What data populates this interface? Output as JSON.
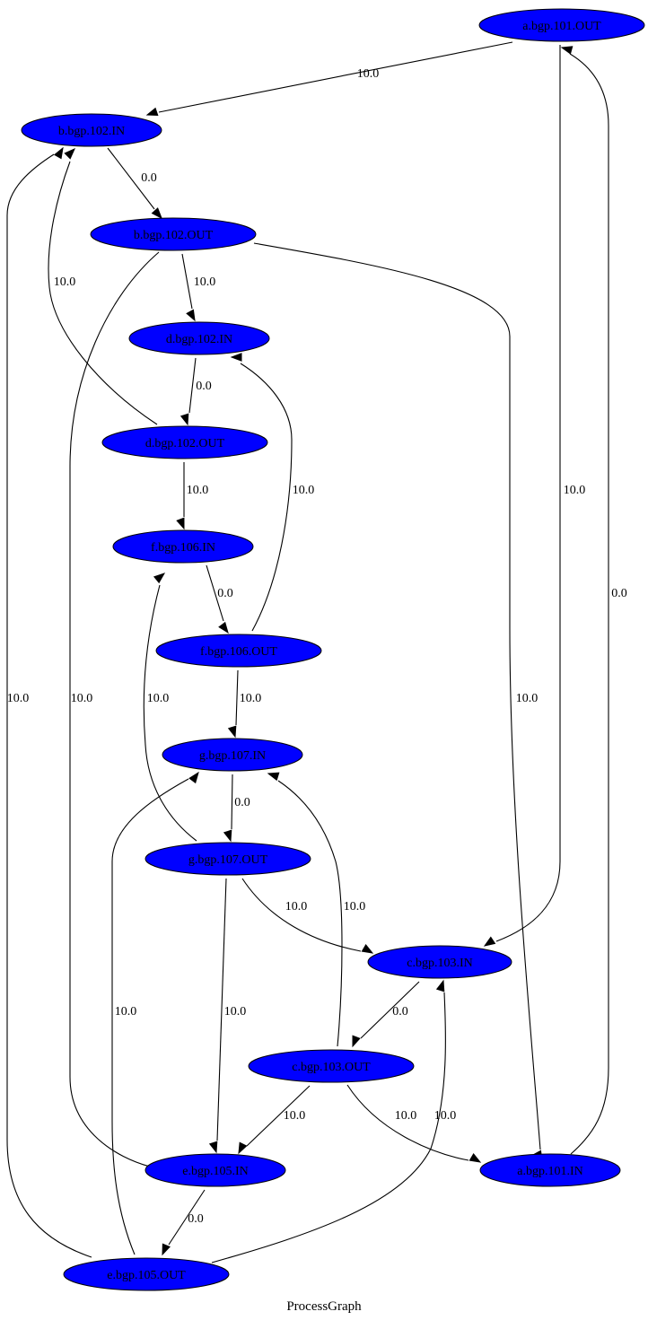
{
  "graph": {
    "title": "ProcessGraph",
    "node_fill": "#0000ff",
    "node_stroke": "#000000",
    "edge_color": "#000000",
    "nodes": [
      {
        "id": "a_out",
        "label": "a.bgp.101.OUT"
      },
      {
        "id": "b_in",
        "label": "b.bgp.102.IN"
      },
      {
        "id": "b_out",
        "label": "b.bgp.102.OUT"
      },
      {
        "id": "d_in",
        "label": "d.bgp.102.IN"
      },
      {
        "id": "d_out",
        "label": "d.bgp.102.OUT"
      },
      {
        "id": "f_in",
        "label": "f.bgp.106.IN"
      },
      {
        "id": "f_out",
        "label": "f.bgp.106.OUT"
      },
      {
        "id": "g_in",
        "label": "g.bgp.107.IN"
      },
      {
        "id": "g_out",
        "label": "g.bgp.107.OUT"
      },
      {
        "id": "c_in",
        "label": "c.bgp.103.IN"
      },
      {
        "id": "c_out",
        "label": "c.bgp.103.OUT"
      },
      {
        "id": "e_in",
        "label": "e.bgp.105.IN"
      },
      {
        "id": "a_in",
        "label": "a.bgp.101.IN"
      },
      {
        "id": "e_out",
        "label": "e.bgp.105.OUT"
      }
    ],
    "edges": [
      {
        "from": "a_out",
        "to": "b_in",
        "label": "10.0"
      },
      {
        "from": "a_out",
        "to": "c_in",
        "label": "10.0"
      },
      {
        "from": "b_in",
        "to": "b_out",
        "label": "0.0"
      },
      {
        "from": "b_out",
        "to": "d_in",
        "label": "10.0"
      },
      {
        "from": "b_out",
        "to": "e_in",
        "label": "10.0"
      },
      {
        "from": "b_out",
        "to": "a_in",
        "label": "10.0"
      },
      {
        "from": "d_in",
        "to": "d_out",
        "label": "0.0"
      },
      {
        "from": "d_out",
        "to": "b_in",
        "label": "10.0"
      },
      {
        "from": "d_out",
        "to": "f_in",
        "label": "10.0"
      },
      {
        "from": "f_in",
        "to": "f_out",
        "label": "0.0"
      },
      {
        "from": "f_out",
        "to": "d_in",
        "label": "10.0"
      },
      {
        "from": "f_out",
        "to": "g_in",
        "label": "10.0"
      },
      {
        "from": "g_in",
        "to": "g_out",
        "label": "0.0"
      },
      {
        "from": "g_out",
        "to": "f_in",
        "label": "10.0"
      },
      {
        "from": "g_out",
        "to": "c_in",
        "label": "10.0"
      },
      {
        "from": "g_out",
        "to": "e_in",
        "label": "10.0"
      },
      {
        "from": "c_in",
        "to": "c_out",
        "label": "0.0"
      },
      {
        "from": "c_out",
        "to": "g_in",
        "label": "10.0"
      },
      {
        "from": "c_out",
        "to": "e_in",
        "label": "10.0"
      },
      {
        "from": "c_out",
        "to": "a_in",
        "label": "10.0"
      },
      {
        "from": "e_in",
        "to": "e_out",
        "label": "0.0"
      },
      {
        "from": "e_out",
        "to": "b_in",
        "label": "10.0"
      },
      {
        "from": "e_out",
        "to": "g_in",
        "label": "10.0"
      },
      {
        "from": "e_out",
        "to": "c_in",
        "label": "10.0"
      },
      {
        "from": "a_in",
        "to": "a_out",
        "label": "0.0"
      }
    ]
  }
}
